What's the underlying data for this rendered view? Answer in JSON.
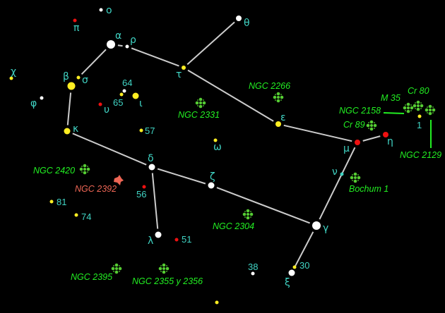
{
  "title": "Gemini star chart",
  "colors": {
    "label": "#40d4c4",
    "white_star": "#ffffff",
    "yellow_star": "#ffee22",
    "red_star": "#ee1111",
    "cyan_star": "#40d4c4",
    "cluster": "#55cc33",
    "cluster_label": "#22ee22",
    "nebula": "#ee6655",
    "line": "#cccccc"
  },
  "stars": [
    {
      "id": "omicron",
      "label": "ο",
      "color": "white"
    },
    {
      "id": "pi",
      "label": "π",
      "color": "red"
    },
    {
      "id": "alpha",
      "label": "α",
      "color": "white"
    },
    {
      "id": "rho",
      "label": "ρ",
      "color": "white"
    },
    {
      "id": "theta",
      "label": "θ",
      "color": "white"
    },
    {
      "id": "tau",
      "label": "τ",
      "color": "yellow"
    },
    {
      "id": "sigma",
      "label": "σ",
      "color": "yellow"
    },
    {
      "id": "beta",
      "label": "β",
      "color": "yellow"
    },
    {
      "id": "chi",
      "label": "χ",
      "color": "yellow"
    },
    {
      "id": "phi",
      "label": "φ",
      "color": "white"
    },
    {
      "id": "64",
      "label": "64",
      "color": "white"
    },
    {
      "id": "65",
      "label": "65",
      "color": "yellow"
    },
    {
      "id": "iota",
      "label": "ι",
      "color": "yellow"
    },
    {
      "id": "upsilon",
      "label": "υ",
      "color": "red"
    },
    {
      "id": "57",
      "label": "57",
      "color": "yellow"
    },
    {
      "id": "kappa",
      "label": "κ",
      "color": "yellow"
    },
    {
      "id": "omega",
      "label": "ω",
      "color": "yellow"
    },
    {
      "id": "epsilon",
      "label": "ε",
      "color": "yellow"
    },
    {
      "id": "mu",
      "label": "μ",
      "color": "red"
    },
    {
      "id": "eta",
      "label": "η",
      "color": "red"
    },
    {
      "id": "1",
      "label": "1",
      "color": "yellow"
    },
    {
      "id": "nu",
      "label": "ν",
      "color": "cyan"
    },
    {
      "id": "delta",
      "label": "δ",
      "color": "white"
    },
    {
      "id": "56",
      "label": "56",
      "color": "red"
    },
    {
      "id": "zeta",
      "label": "ζ",
      "color": "white"
    },
    {
      "id": "81",
      "label": "81",
      "color": "yellow"
    },
    {
      "id": "74",
      "label": "74",
      "color": "yellow"
    },
    {
      "id": "gamma",
      "label": "γ",
      "color": "white"
    },
    {
      "id": "lambda",
      "label": "λ",
      "color": "white"
    },
    {
      "id": "51",
      "label": "51",
      "color": "red"
    },
    {
      "id": "38",
      "label": "38",
      "color": "white"
    },
    {
      "id": "30",
      "label": "30",
      "color": "yellow"
    },
    {
      "id": "xi",
      "label": "ξ",
      "color": "white"
    },
    {
      "id": "unnamed",
      "label": "",
      "color": "yellow"
    }
  ],
  "lines": [
    [
      "kappa",
      "beta"
    ],
    [
      "sigma",
      "alpha"
    ],
    [
      "alpha",
      "rho"
    ],
    [
      "rho",
      "tau"
    ],
    [
      "tau",
      "theta"
    ],
    [
      "tau",
      "epsilon"
    ],
    [
      "epsilon",
      "mu"
    ],
    [
      "mu",
      "eta"
    ],
    [
      "mu",
      "gamma"
    ],
    [
      "gamma",
      "xi"
    ],
    [
      "kappa",
      "delta"
    ],
    [
      "delta",
      "zeta"
    ],
    [
      "zeta",
      "gamma"
    ],
    [
      "delta",
      "lambda"
    ]
  ],
  "objects": [
    {
      "id": "ngc2266",
      "label": "NGC 2266",
      "type": "cluster"
    },
    {
      "id": "ngc2331",
      "label": "NGC 2331",
      "type": "cluster"
    },
    {
      "id": "m35",
      "label": "M 35",
      "type": "cluster"
    },
    {
      "id": "cr80",
      "label": "Cr 80",
      "type": "cluster"
    },
    {
      "id": "ngc2158",
      "label": "NGC 2158",
      "type": "cluster"
    },
    {
      "id": "cr89",
      "label": "Cr 89",
      "type": "cluster"
    },
    {
      "id": "ngc2129",
      "label": "NGC 2129",
      "type": "cluster"
    },
    {
      "id": "bochum1",
      "label": "Bochum 1",
      "type": "cluster"
    },
    {
      "id": "ngc2420",
      "label": "NGC 2420",
      "type": "cluster"
    },
    {
      "id": "ngc2304",
      "label": "NGC 2304",
      "type": "cluster"
    },
    {
      "id": "ngc2395",
      "label": "NGC 2395",
      "type": "cluster"
    },
    {
      "id": "ngc2355",
      "label": "NGC 2355 y 2356",
      "type": "cluster"
    },
    {
      "id": "ngc2392",
      "label": "NGC 2392",
      "type": "planetary-nebula"
    }
  ]
}
